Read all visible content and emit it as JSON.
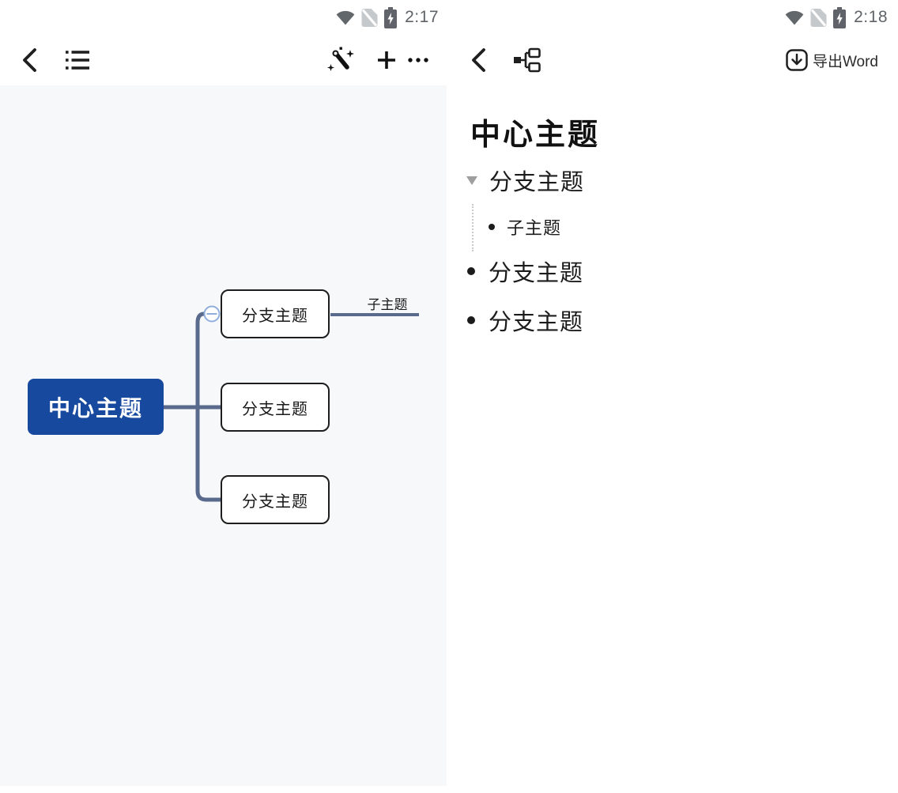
{
  "left_screen": {
    "status_bar": {
      "time": "2:17",
      "wifi_icon": "wifi",
      "sim_icon": "no-sim",
      "battery_icon": "battery-charging"
    },
    "toolbar": {
      "back_icon": "chevron-left",
      "outline_icon": "bulleted-list",
      "ai_icon": "magic-wand",
      "add_icon": "plus",
      "more_icon": "ellipsis"
    },
    "mindmap": {
      "central_topic": "中心主题",
      "branches": [
        "分支主题",
        "分支主题",
        "分支主题"
      ],
      "subtopic": "子主题",
      "collapse_marker": "minus-circle",
      "colors": {
        "central_bg": "#17499E",
        "central_text": "#FFFFFF",
        "connector": "#5A6A8C",
        "branch_border": "#1E1E1E",
        "collapse_ring": "#8FAEDC",
        "canvas_bg": "#F7F8F9"
      }
    }
  },
  "right_screen": {
    "status_bar": {
      "time": "2:18",
      "wifi_icon": "wifi",
      "sim_icon": "no-sim",
      "battery_icon": "battery-charging"
    },
    "toolbar": {
      "back_icon": "chevron-left",
      "view_icon": "mindmap-tree",
      "export_icon": "download",
      "export_label": "导出Word"
    },
    "outline": {
      "title": "中心主题",
      "items": [
        {
          "label": "分支主题",
          "marker": "triangle-expanded",
          "children": [
            {
              "label": "子主题",
              "marker": "bullet"
            }
          ]
        },
        {
          "label": "分支主题",
          "marker": "bullet"
        },
        {
          "label": "分支主题",
          "marker": "bullet"
        }
      ]
    }
  }
}
